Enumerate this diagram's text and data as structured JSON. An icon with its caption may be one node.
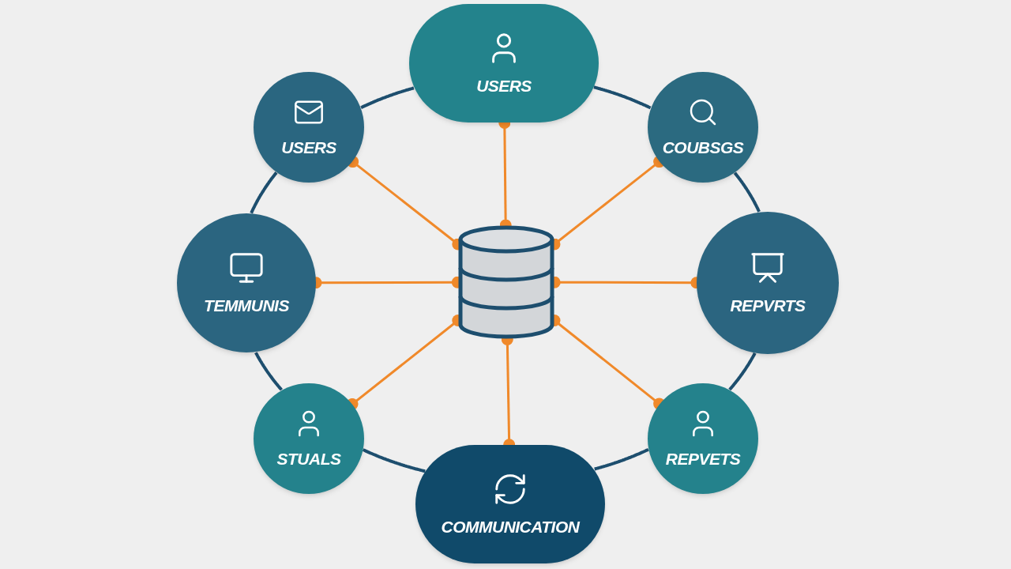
{
  "diagram": {
    "nodes": [
      {
        "text": [
          "USERS"
        ]
      },
      {
        "text": [
          "USERS"
        ]
      },
      {
        "text": [
          "COUBSGS"
        ]
      },
      {
        "text": [
          "TEMMUNIS"
        ]
      },
      {
        "text": [],
        "shape": "cylinder"
      },
      {
        "text": [
          "REPVRTS"
        ]
      },
      {
        "text": [
          "STUALS"
        ]
      },
      {
        "text": [
          "COMMUNICATION"
        ]
      },
      {
        "text": [
          "REPVETS"
        ]
      }
    ],
    "edges": [
      {
        "from": 4,
        "to": 0,
        "arrow": "other",
        "color": "#f0892a"
      },
      {
        "from": 4,
        "to": 1,
        "arrow": "other",
        "color": "#f0892a"
      },
      {
        "from": 4,
        "to": 2,
        "arrow": "other",
        "color": "#f0892a"
      },
      {
        "from": 4,
        "to": 3,
        "arrow": "other",
        "color": "#f0892a"
      },
      {
        "from": 4,
        "to": 5,
        "arrow": "other",
        "color": "#f0892a"
      },
      {
        "from": 4,
        "to": 6,
        "arrow": "other",
        "color": "#f0892a"
      },
      {
        "from": 4,
        "to": 7,
        "arrow": "other",
        "color": "#f0892a"
      },
      {
        "from": 4,
        "to": 8,
        "arrow": "other",
        "color": "#f0892a"
      },
      {
        "from": 0,
        "to": 1,
        "arrow": "none",
        "color": "#1d4e6e"
      },
      {
        "from": 0,
        "to": 2,
        "arrow": "none",
        "color": "#1d4e6e"
      },
      {
        "from": 1,
        "to": 3,
        "arrow": "none",
        "color": "#1d4e6e"
      },
      {
        "from": 2,
        "to": 5,
        "arrow": "none",
        "color": "#1d4e6e"
      },
      {
        "from": 3,
        "to": 6,
        "arrow": "none",
        "color": "#1d4e6e"
      },
      {
        "from": 5,
        "to": 8,
        "arrow": "none",
        "color": "#1d4e6e"
      },
      {
        "from": 6,
        "to": 7,
        "arrow": "none",
        "color": "#1d4e6e"
      },
      {
        "from": 8,
        "to": 7,
        "arrow": "none",
        "color": "#1d4e6e"
      }
    ]
  }
}
